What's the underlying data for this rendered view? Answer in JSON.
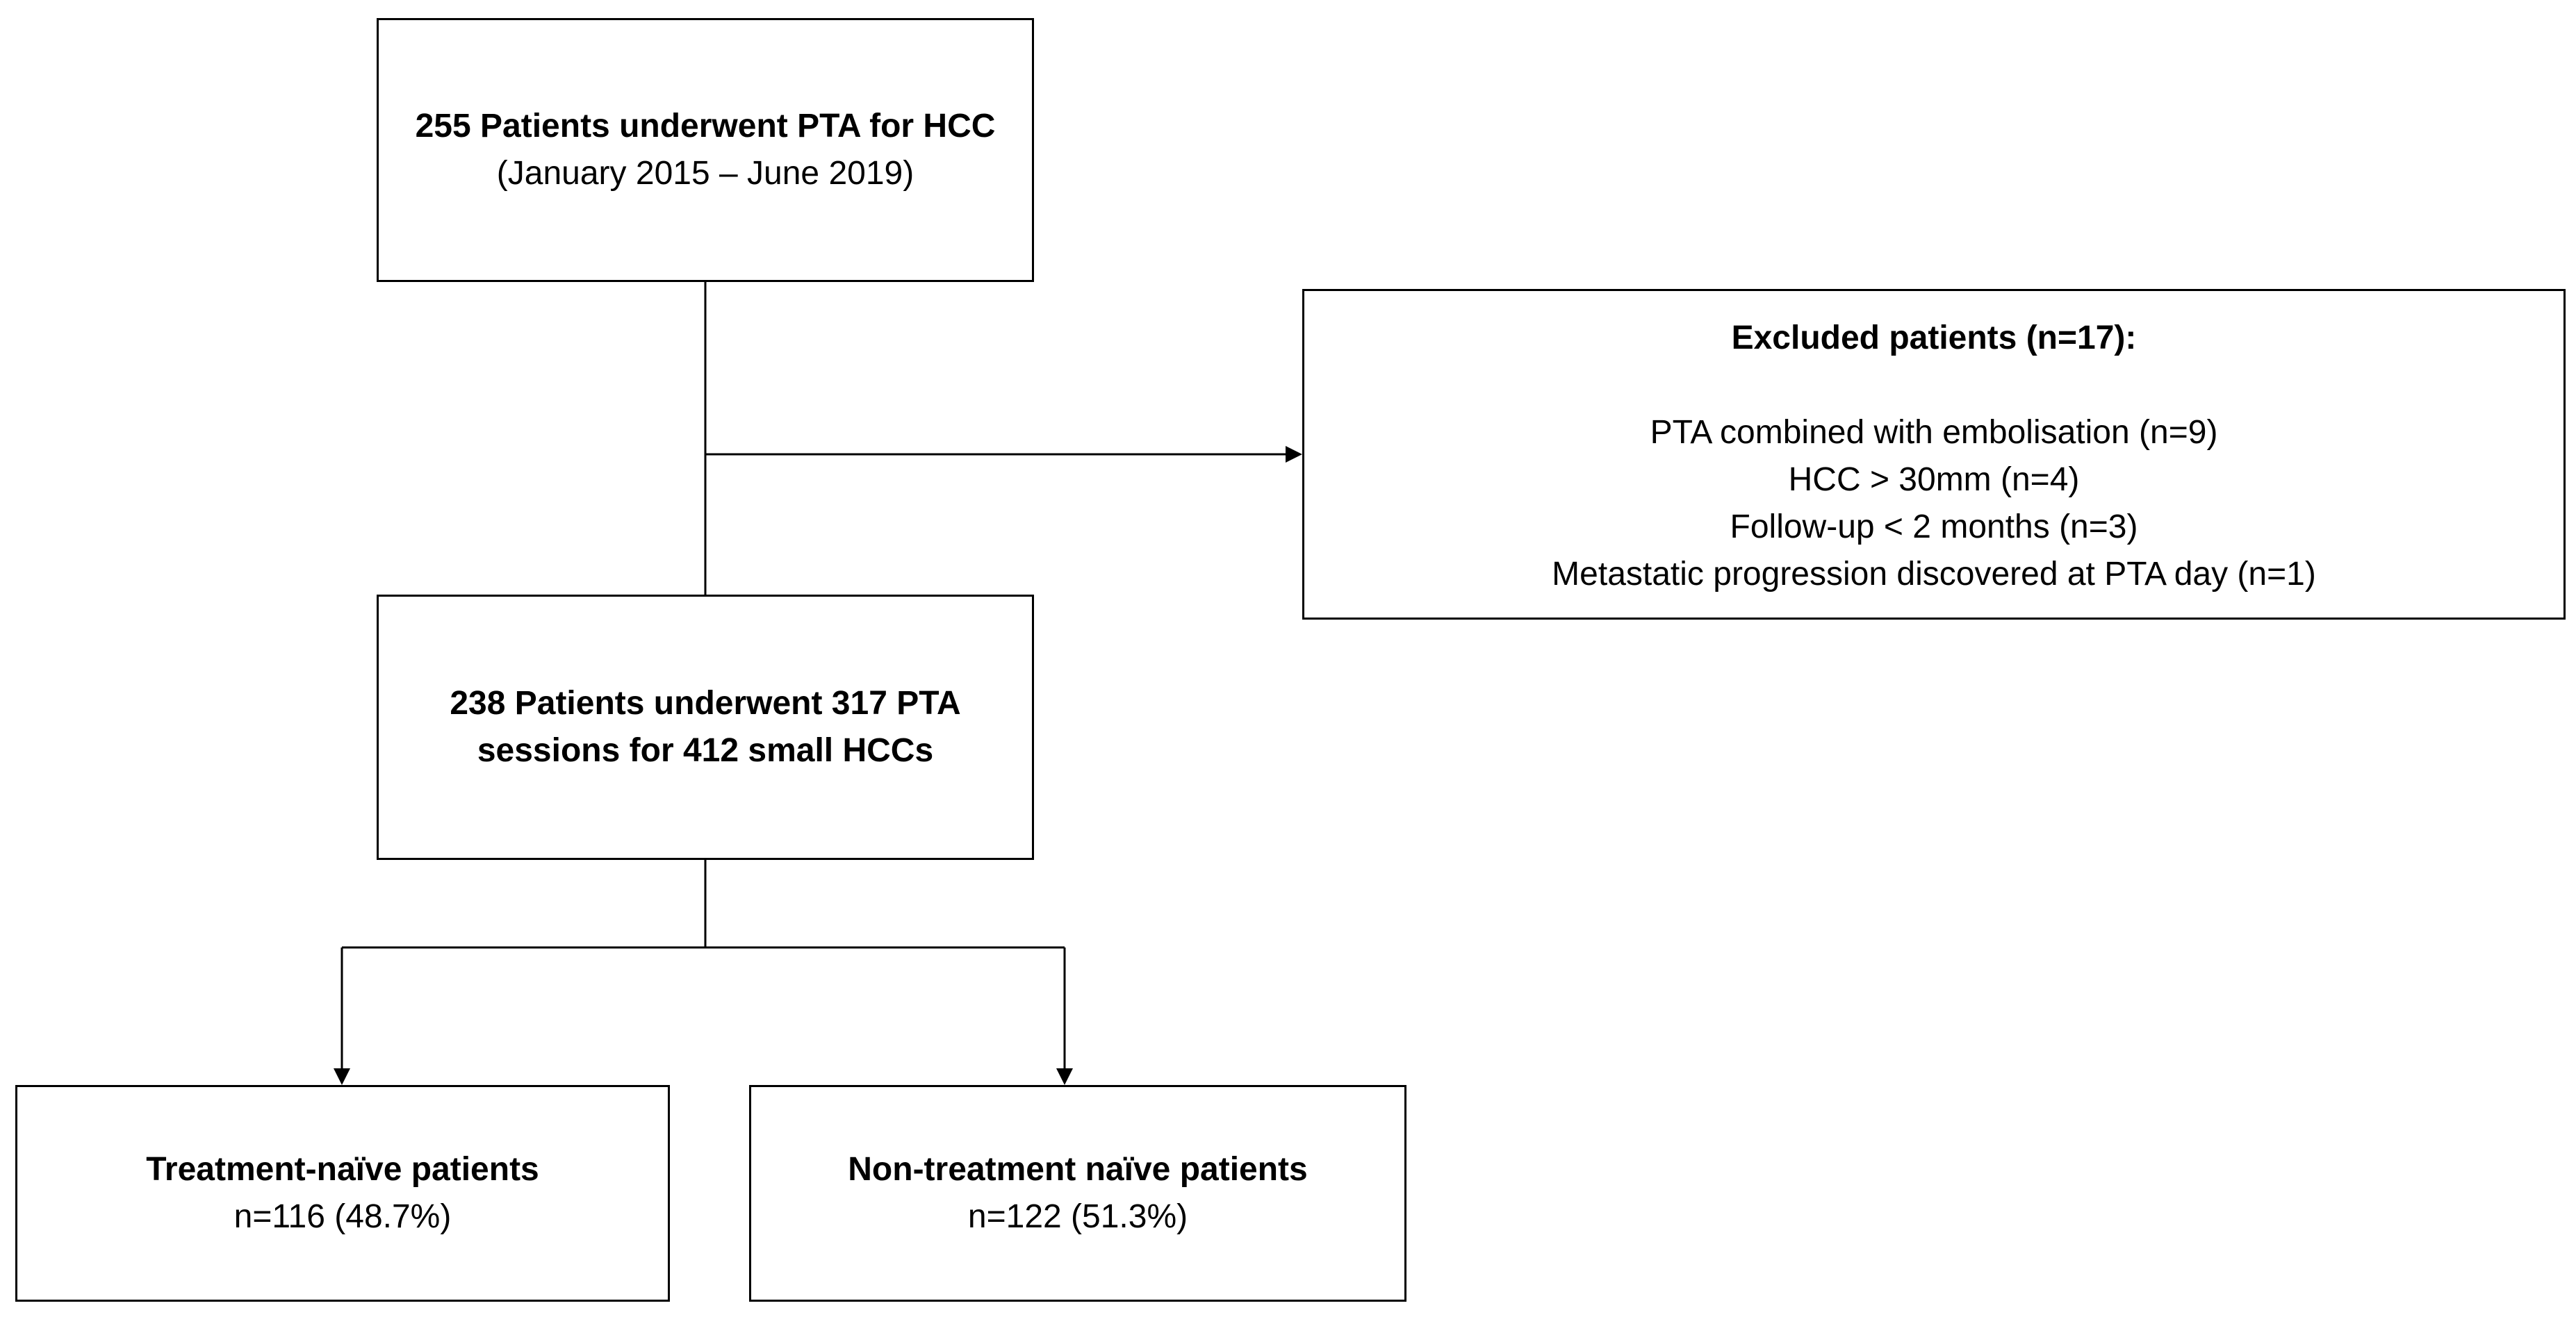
{
  "boxes": {
    "start": {
      "title": "255 Patients underwent PTA for HCC",
      "subtitle": "(January 2015 – June 2019)"
    },
    "excluded": {
      "title": "Excluded patients (n=17):",
      "items": [
        "PTA combined with embolisation (n=9)",
        "HCC > 30mm (n=4)",
        "Follow-up < 2 months (n=3)",
        "Metastatic progression discovered at PTA day (n=1)"
      ]
    },
    "included": {
      "line1": "238 Patients underwent 317 PTA",
      "line2": "sessions for 412 small HCCs"
    },
    "treatment_naive": {
      "title": "Treatment-naïve patients",
      "count": "n=116 (48.7%)"
    },
    "non_treatment_naive": {
      "title": "Non-treatment naïve patients",
      "count": "n=122 (51.3%)"
    }
  },
  "colors": {
    "line": "#000000",
    "box_border": "#000000",
    "background": "#ffffff"
  }
}
